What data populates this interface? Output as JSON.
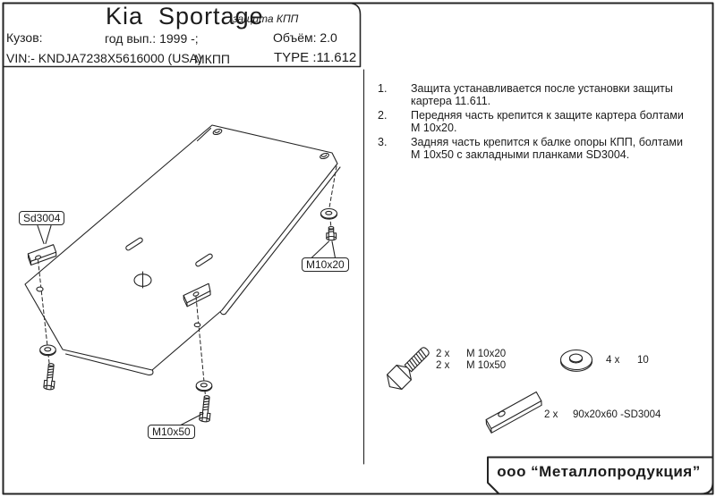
{
  "header": {
    "title": "Kia  Sportage",
    "subtitle": "-защита КПП",
    "body_label": "Кузов:",
    "year": "год вып.: 1999 -;",
    "volume": "Объём: 2.0",
    "vin": "VIN:- KNDJA7238X5616000 (USA)",
    "gearbox": "МКПП",
    "type_label": "TYPE :11.612"
  },
  "notes": [
    {
      "num": "1.",
      "lines": [
        "Защита устанавливается после установки защиты",
        "картера 11.611."
      ]
    },
    {
      "num": "2.",
      "lines": [
        "Передняя часть крепится к защите картера болтами",
        "М 10х20."
      ]
    },
    {
      "num": "3.",
      "lines": [
        "Задняя часть крепится к балке опоры КПП, болтами",
        "М 10х50 с закладными планками SD3004."
      ]
    }
  ],
  "diagram": {
    "plank_label": "Sd3004",
    "bolt_short_label": "M10x20",
    "bolt_long_label": "M10x50"
  },
  "parts": {
    "bolt_rows": [
      {
        "qty": "2 x",
        "size": "М 10х20"
      },
      {
        "qty": "2 x",
        "size": "М 10х50"
      }
    ],
    "washer_row": {
      "qty": "4 x",
      "size": "10"
    },
    "plank_row": {
      "qty": "2 x",
      "size": "90x20x60 -SD3004"
    }
  },
  "footer": {
    "company": "ооо “Металлопродукция”"
  },
  "icons": {
    "bolt": "hex-bolt-icon",
    "washer": "flat-washer-icon",
    "plank": "backing-plate-icon"
  },
  "colors": {
    "ink": "#242424",
    "paper": "#ffffff"
  }
}
